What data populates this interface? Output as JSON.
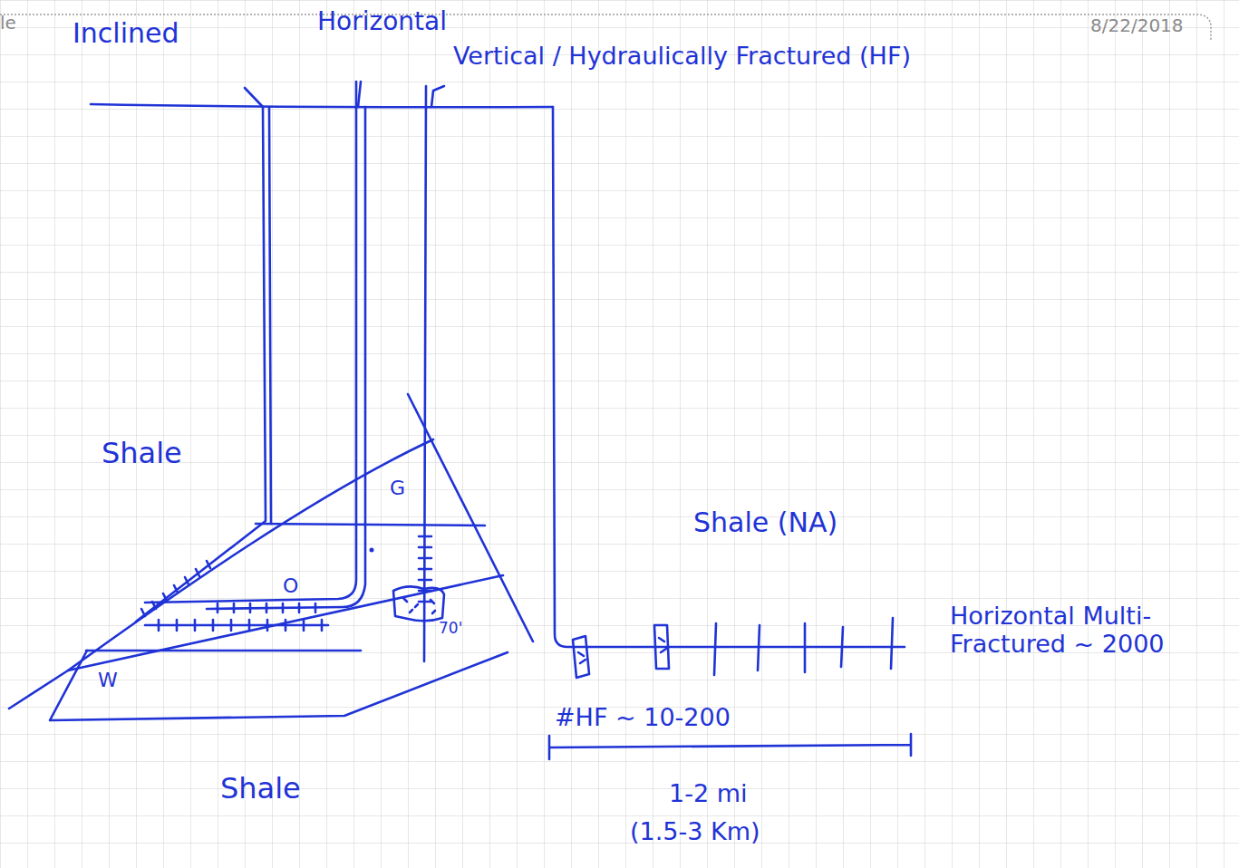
{
  "diagram": {
    "labels": [
      "le",
      "Inclined",
      "Horizontal",
      "Vertical / Hydraulically Fractured (HF)",
      "8/22/2018",
      "Shale",
      "G",
      "O",
      "W",
      "70'",
      "Shale (NA)",
      "Horizontal Multi-Fractured ~ 2000",
      "#HF ~ 10-200",
      "1-2 mi",
      "(1.5-3 Km)",
      "Shale"
    ]
  }
}
